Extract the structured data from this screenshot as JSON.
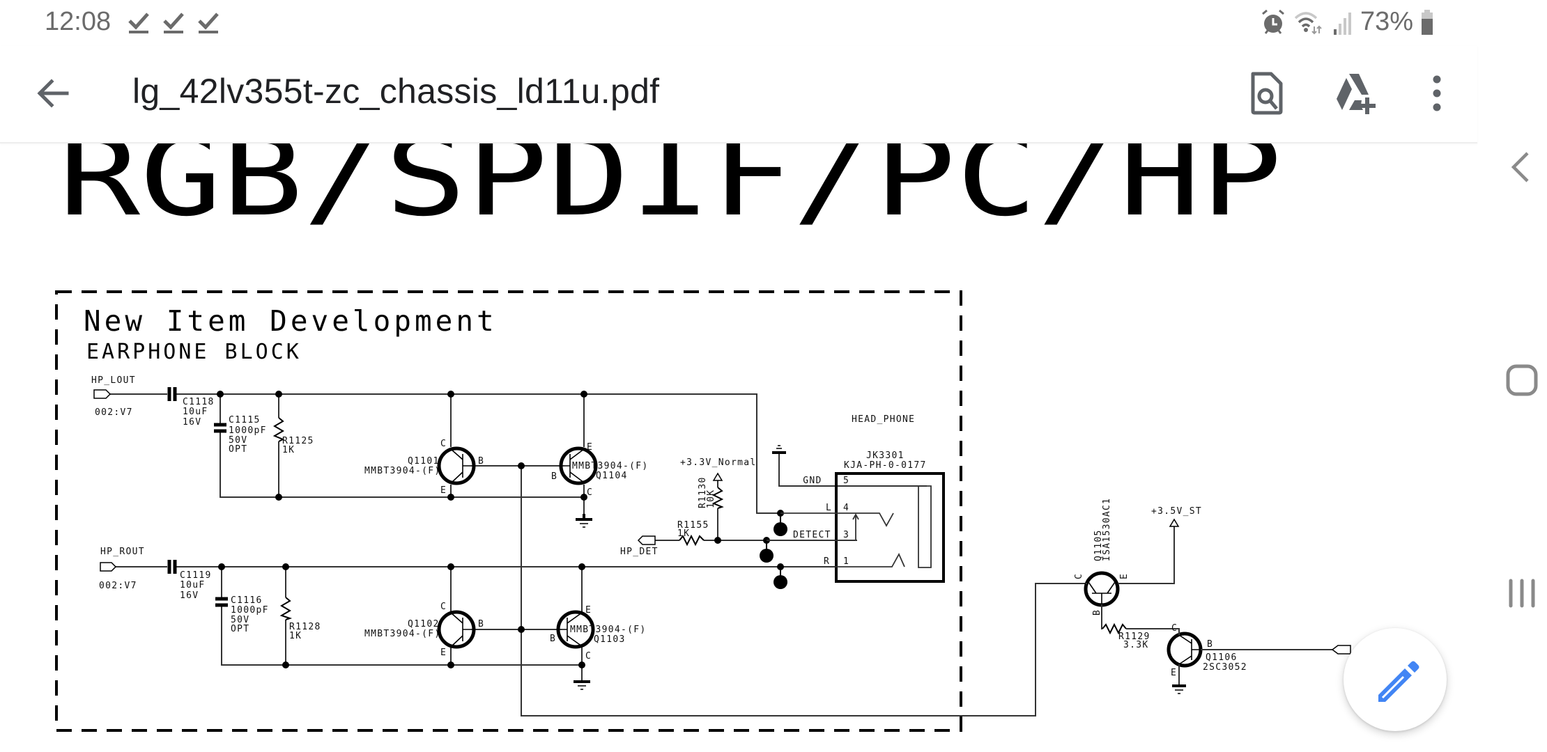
{
  "status_bar": {
    "time": "12:08",
    "notification_icons": [
      "download-done-icon",
      "download-done-icon",
      "download-done-icon"
    ],
    "right_icons": [
      "alarm-icon",
      "wifi-icon",
      "signal-icon"
    ],
    "battery_percent": "73%"
  },
  "toolbar": {
    "back_icon": "arrow-left-icon",
    "title": "lg_42lv355t-zc_chassis_ld11u.pdf",
    "actions": [
      "find-in-document-icon",
      "add-to-drive-icon",
      "more-vert-icon"
    ]
  },
  "nav_bar": {
    "buttons": [
      "back-icon",
      "home-icon",
      "recents-icon"
    ]
  },
  "fab": {
    "icon": "pencil-edit-icon",
    "color": "#4285f4"
  },
  "document": {
    "heading": "RGB/SPDIF/PC/HP",
    "block_title": "New Item Development",
    "block_subtitle": "EARPHONE BLOCK",
    "nets": {
      "hp_lout": "HP_LOUT",
      "hp_lout_ref": "002:V7",
      "hp_rout": "HP_ROUT",
      "hp_rout_ref": "002:V7",
      "hp_det": "HP_DET",
      "v33": "+3.3V_Normal",
      "v35": "+3.5V_ST",
      "head_phone": "HEAD_PHONE"
    },
    "components": {
      "c1118": [
        "C1118",
        "10uF",
        "16V"
      ],
      "c1115": [
        "C1115",
        "1000pF",
        "50V",
        " OPT"
      ],
      "r1125": [
        "R1125",
        "1K"
      ],
      "c1119": [
        "C1119",
        "10uF",
        "16V"
      ],
      "c1116": [
        "C1116",
        "1000pF",
        "50V",
        " OPT"
      ],
      "r1128": [
        "R1128",
        "1K"
      ],
      "q1101": [
        "Q1101",
        "MMBT3904-(F)"
      ],
      "q1104": [
        "MMBT3904-(F)",
        "Q1104"
      ],
      "q1102": [
        "Q1102",
        "MMBT3904-(F)"
      ],
      "q1103": [
        "MMBT3904-(F)",
        "Q1103"
      ],
      "r1130": [
        "R1130",
        "10K"
      ],
      "r1155": [
        "R1155",
        "1K"
      ],
      "jk3301": [
        "JK3301",
        "KJA-PH-0-0177"
      ],
      "q1105": [
        "Q1105",
        "ISA1530AC1"
      ],
      "r1129": [
        "R1129",
        "3.3K"
      ],
      "q1106": [
        "Q1106",
        "2SC3052"
      ]
    },
    "jack_pins": [
      {
        "name": "GND",
        "num": "5"
      },
      {
        "name": "L",
        "num": "4"
      },
      {
        "name": "DETECT",
        "num": "3"
      },
      {
        "name": "R",
        "num": "1"
      }
    ],
    "pin_letters": {
      "c": "C",
      "b": "B",
      "e": "E"
    }
  }
}
